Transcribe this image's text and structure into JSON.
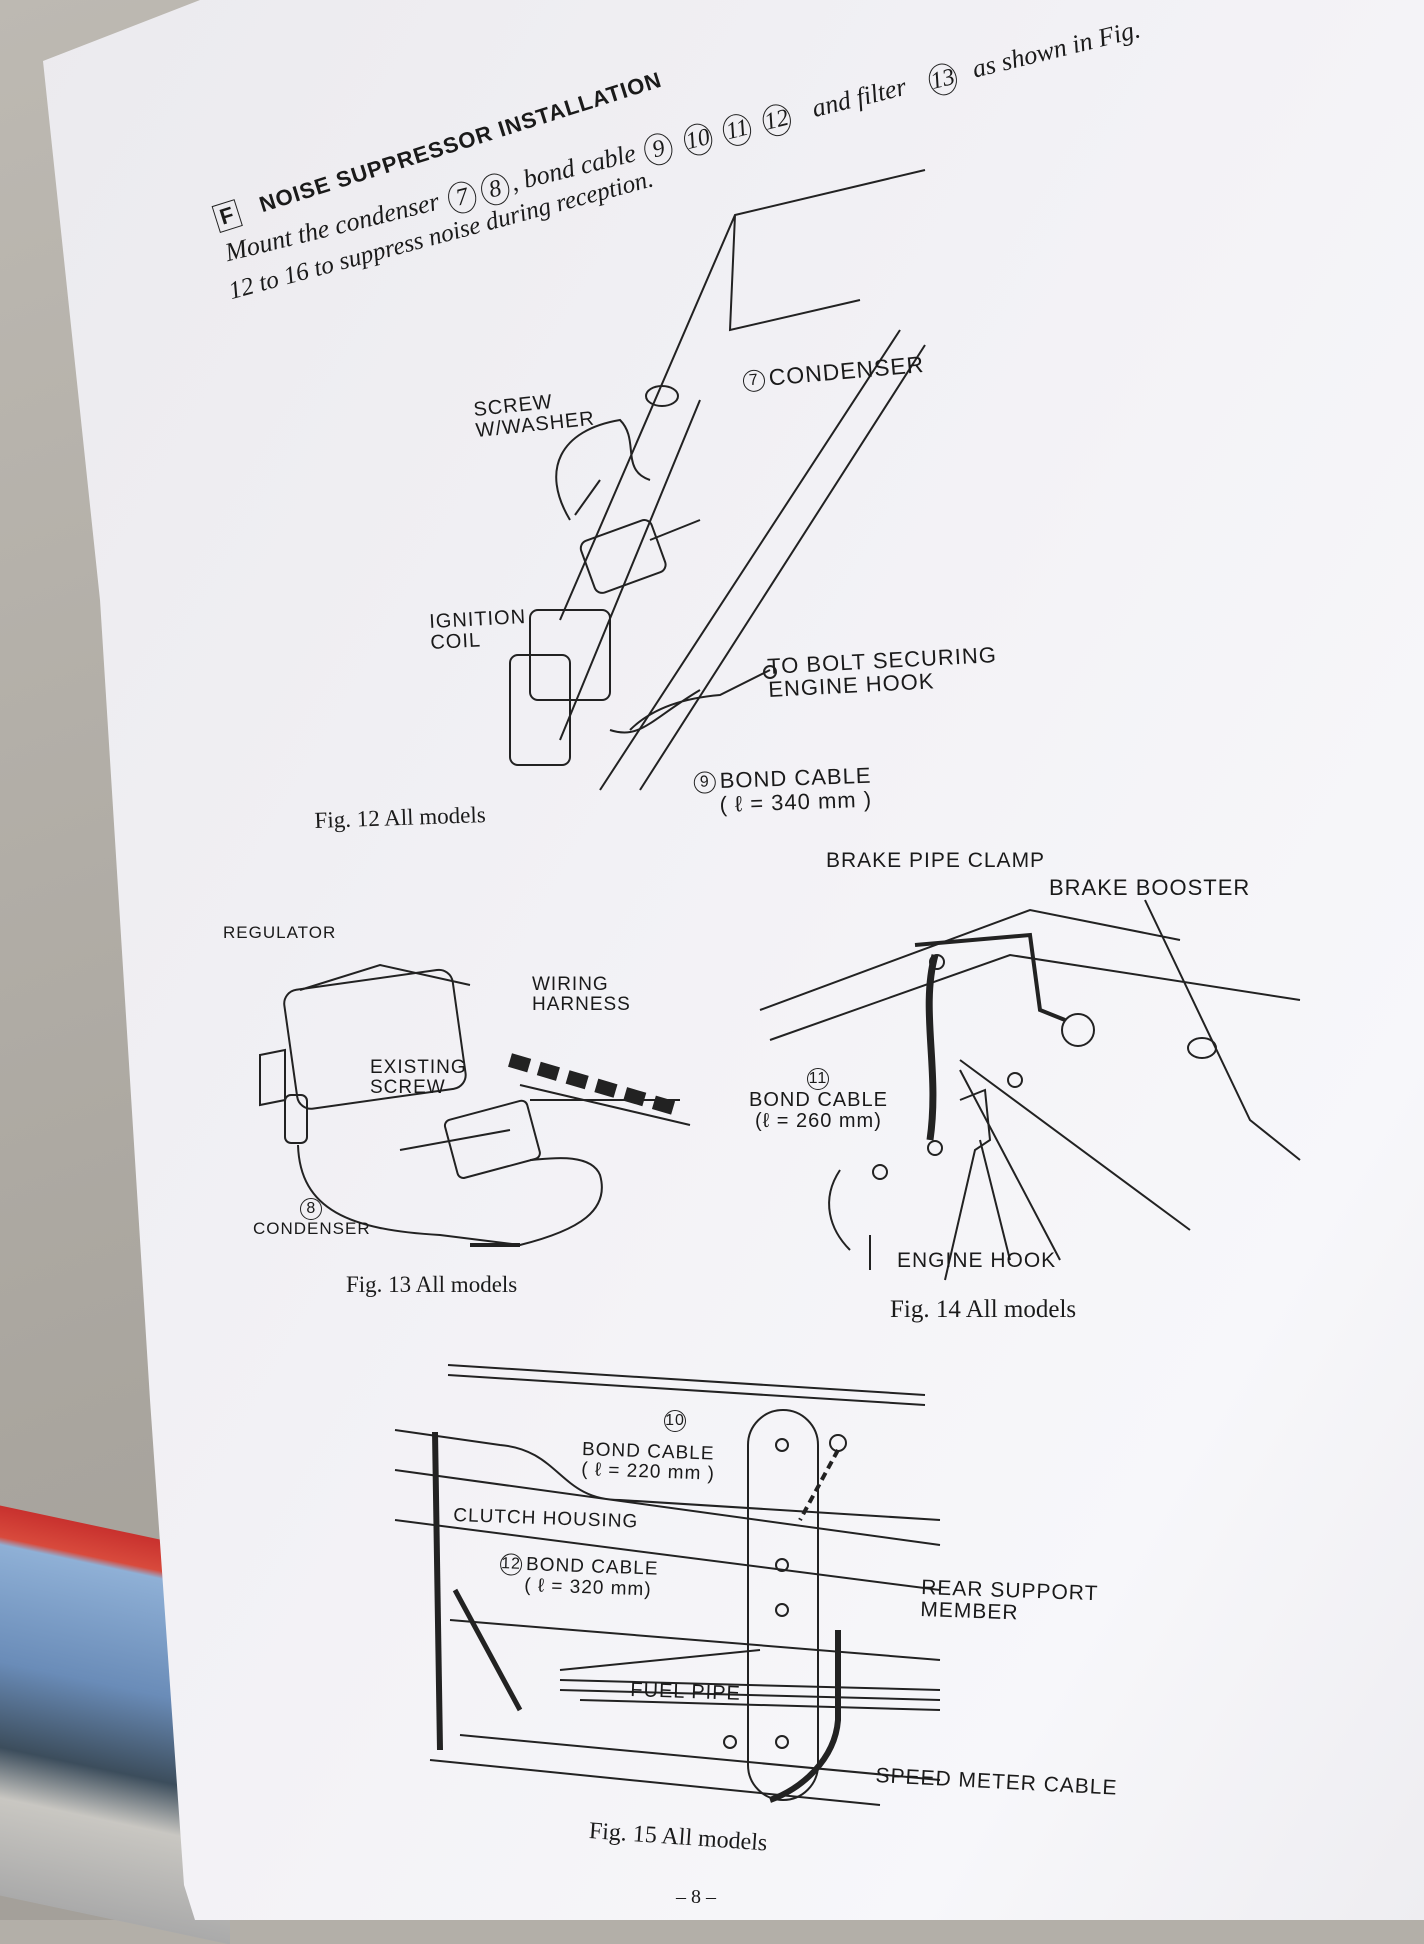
{
  "section": {
    "letter": "F",
    "title": "NOISE SUPPRESSOR INSTALLATION",
    "line1": {
      "pre": "Mount the condenser",
      "c7": "7",
      "c8": "8",
      "mid": ", bond cable",
      "c9": "9",
      "c10": "10",
      "c11": "11",
      "c12": "12",
      "and": "and filter",
      "c13": "13",
      "post": "as shown in Fig."
    },
    "line2": "12 to 16 to suppress noise during reception."
  },
  "fig12": {
    "screw": "SCREW",
    "washer": "W/WASHER",
    "condenser_num": "7",
    "condenser": "CONDENSER",
    "ignition": "IGNITION",
    "coil": "COIL",
    "bolt1": "TO BOLT SECURING",
    "bolt2": "ENGINE HOOK",
    "bond_num": "9",
    "bond": "BOND CABLE",
    "length": "( ℓ = 340 mm )",
    "caption": "Fig. 12  All models"
  },
  "fig13": {
    "regulator": "REGULATOR",
    "wiring1": "WIRING",
    "wiring2": "HARNESS",
    "existing1": "EXISTING",
    "existing2": "SCREW",
    "cond_num": "8",
    "condenser": "CONDENSER",
    "caption": "Fig. 13  All models"
  },
  "fig14": {
    "clamp": "BRAKE PIPE CLAMP",
    "booster": "BRAKE BOOSTER",
    "bond_num": "11",
    "bond": "BOND CABLE",
    "length": "(ℓ = 260 mm)",
    "hook": "ENGINE  HOOK",
    "caption": "Fig. 14  All models"
  },
  "fig15": {
    "bond_a_num": "10",
    "bond_a": "BOND CABLE",
    "bond_a_len": "( ℓ = 220 mm )",
    "clutch": "CLUTCH HOUSING",
    "bond_b_num": "12",
    "bond_b": "BOND CABLE",
    "bond_b_len": "( ℓ = 320 mm)",
    "rear1": "REAR SUPPORT",
    "rear2": "MEMBER",
    "fuel": "FUEL  PIPE",
    "speed": "SPEED METER CABLE",
    "caption": "Fig. 15  All models"
  },
  "page_number": "– 8 –"
}
